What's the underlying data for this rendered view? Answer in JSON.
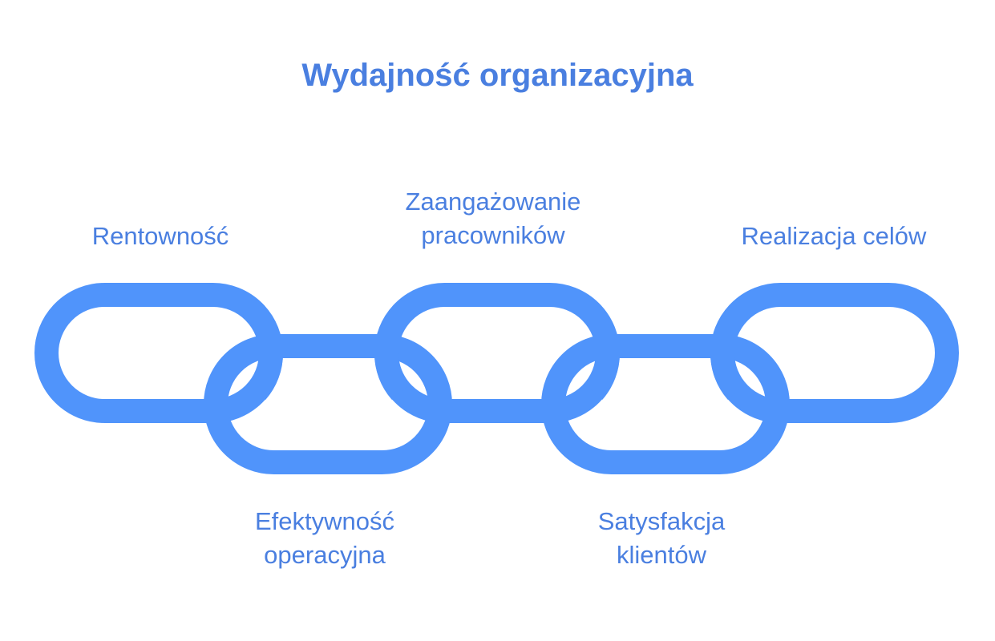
{
  "title": "Wydajność organizacyjna",
  "links": [
    {
      "label": "Rentowność",
      "row": "upper"
    },
    {
      "label": "Efektywność\noperacyjna",
      "row": "lower"
    },
    {
      "label": "Zaangażowanie\npracowników",
      "row": "upper"
    },
    {
      "label": "Satysfakcja\nklientów",
      "row": "lower"
    },
    {
      "label": "Realizacja celów",
      "row": "upper"
    }
  ],
  "colors": {
    "title": "#4a7fe0",
    "label": "#4a7fe0",
    "link": "#5094fb"
  }
}
